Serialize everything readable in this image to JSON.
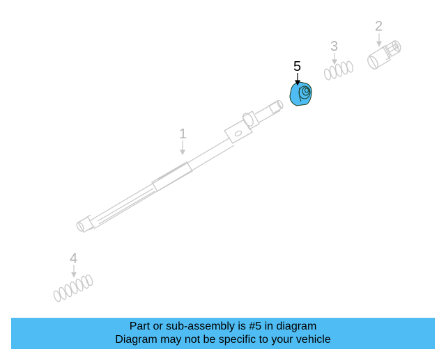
{
  "diagram": {
    "callouts": [
      {
        "number": "1",
        "label": "1",
        "highlighted": false
      },
      {
        "number": "2",
        "label": "2",
        "highlighted": false
      },
      {
        "number": "3",
        "label": "3",
        "highlighted": false
      },
      {
        "number": "4",
        "label": "4",
        "highlighted": false
      },
      {
        "number": "5",
        "label": "5",
        "highlighted": true
      }
    ],
    "colors": {
      "line_dim": "#c8c8c8",
      "label_dim": "#b4b4b4",
      "highlight_fill": "#4fbdf4",
      "highlight_stroke": "#1a3a1a",
      "banner_bg": "#4fbdf4"
    }
  },
  "banner": {
    "line1": "Part or sub-assembly is #5 in diagram",
    "line2": "Diagram may not be specific to your vehicle"
  }
}
